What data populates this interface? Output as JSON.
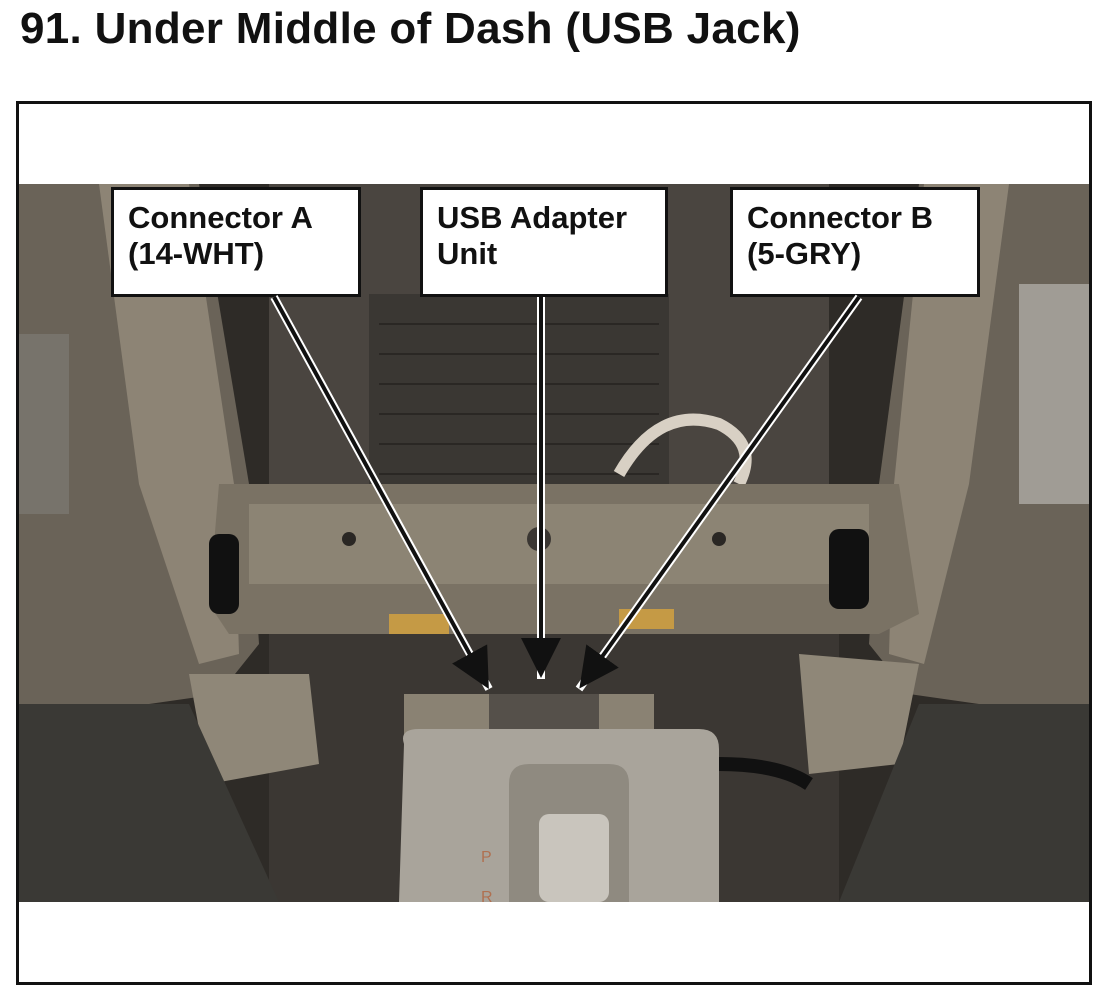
{
  "page": {
    "title": "91.  Under Middle of Dash (USB Jack)"
  },
  "callouts": [
    {
      "id": "connector-a",
      "line1": "Connector A",
      "line2": "(14-WHT)"
    },
    {
      "id": "usb-adapter",
      "line1": "USB Adapter",
      "line2": "Unit"
    },
    {
      "id": "connector-b",
      "line1": "Connector B",
      "line2": "(5-GRY)"
    }
  ],
  "shifter_labels": {
    "p": "P",
    "r": "R"
  },
  "colors": {
    "dash": "#7d7466",
    "background": "#2c2a27",
    "callout_border": "#111111"
  }
}
